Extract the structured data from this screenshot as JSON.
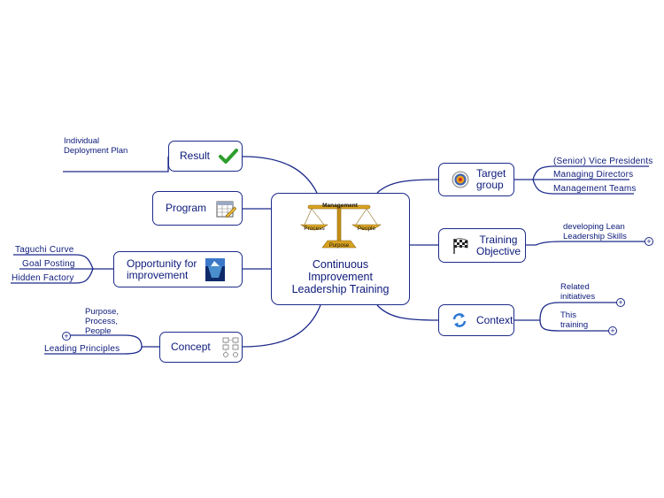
{
  "central": {
    "title_lines": [
      "Continuous",
      "Improvement",
      "Leadership Training"
    ],
    "scale_labels": {
      "top": "Management",
      "left": "Process",
      "right": "People",
      "base": "Purpose"
    }
  },
  "branches": {
    "result": {
      "label": "Result",
      "icon": "checkmark-icon",
      "leaves": [
        [
          "Individual",
          "Deployment Plan"
        ]
      ]
    },
    "program": {
      "label": "Program",
      "icon": "calendar-edit-icon"
    },
    "opportunity": {
      "label_lines": [
        "Opportunity for",
        "improvement"
      ],
      "icon": "iceberg-icon",
      "leaves": [
        "Taguchi Curve",
        "Goal Posting",
        "Hidden Factory"
      ]
    },
    "concept": {
      "label": "Concept",
      "icon": "flow-diagram-icon",
      "leaves": [
        [
          "Purpose,",
          "Process,",
          "People"
        ],
        "Leading Principles"
      ]
    },
    "target_group": {
      "label_lines": [
        "Target",
        "group"
      ],
      "icon": "target-icon",
      "leaves": [
        "(Senior) Vice Presidents",
        "Managing Directors",
        "Management Teams"
      ]
    },
    "training_objective": {
      "label_lines": [
        "Training",
        "Objective"
      ],
      "icon": "checkered-flag-icon",
      "leaves": [
        [
          "developing Lean",
          "Leadership Skills"
        ]
      ]
    },
    "context": {
      "label": "Context",
      "icon": "refresh-icon",
      "leaves": [
        [
          "Related",
          "initiatives"
        ],
        [
          "This",
          "training"
        ]
      ]
    }
  },
  "colors": {
    "line": "#1c2a8a",
    "text": "#0c1a7a",
    "check": "#2e9e2e",
    "refresh": "#2a78d6"
  }
}
